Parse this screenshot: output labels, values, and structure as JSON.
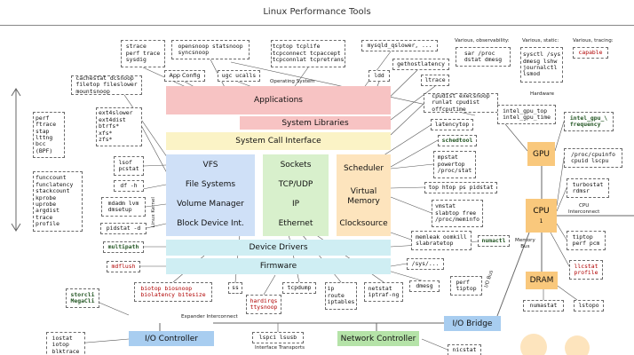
{
  "title": "Linux Performance Tools",
  "labels": {
    "operating_system": "Operating System",
    "hardware": "Hardware",
    "linux_kernel": "Linux Kernel",
    "cpu_interconnect": "CPU\nInterconnect",
    "memory_bus": "Memory\nBus",
    "io_bus": "I/O Bus",
    "expander_interconnect": "Expander Interconnect",
    "interface_transports": "Interface Transports"
  },
  "headers": {
    "observability": "Various, observability:",
    "static": "Various, static:",
    "tracing": "Various, tracing:"
  },
  "layers": {
    "applications": "Applications",
    "system_libraries": "System Libraries",
    "system_call_interface": "System Call Interface",
    "vfs": "VFS",
    "file_systems": "File Systems",
    "volume_manager": "Volume Manager",
    "block_device": "Block Device Int.",
    "sockets": "Sockets",
    "tcp_udp": "TCP/UDP",
    "ip": "IP",
    "ethernet": "Ethernet",
    "scheduler": "Scheduler",
    "virtual_memory": "Virtual\nMemory",
    "clocksource": "Clocksource",
    "device_drivers": "Device Drivers",
    "firmware": "Firmware",
    "gpu": "GPU",
    "cpu": "CPU",
    "cpu_count": "1",
    "dram": "DRAM",
    "io_bridge": "I/O Bridge",
    "io_controller": "I/O Controller",
    "network_controller": "Network Controller"
  },
  "tools": {
    "strace": "strace\nperf trace\nsysdig",
    "opensnoop": "opensnoop statsnoop\nsyncsnoop",
    "tcptop": "tcptop tcplife\ntcpconnect tcpaccept\ntcpconnlat tcpretrans",
    "mysqld": "mysqld_qslower, ...",
    "gethostlatency": "gethostlatency",
    "app_config": "App Config",
    "ugc_ucalls": "ugc ucalls",
    "ldd": "ldd",
    "ltrace": "ltrace",
    "sar": "sar /proc\ndstat dmesg",
    "sysctl": "sysctl /sys\ndmesg lshw\njournalctl\nlsmod",
    "capable": "capable",
    "cachestat": "cachestat dcsnoop\nfiletop fileslower\nmountsnoop",
    "ext4slower": "ext4slower\next4dist\nbtrfs*\nxfs*\nzfs*",
    "perf_ftrace": "perf\nftrace\nstap\nlttng\nbcc\n(BPF)",
    "funccount": "funccount\nfunclatency\nstackcount\nkprobe\nuprobe\nargdist\ntrace\nprofile",
    "lsof": "lsof\npcstat",
    "df_h": "df -h",
    "mdadm": "mdadm lvm\ndmsetup",
    "pidstat_d": "pidstat -d",
    "multipath": "multipath",
    "mdflush": "mdflush",
    "cpudist": "cpudist execsnoop\nrunlat cpudist\noffcputime",
    "latencytop": "latencytop",
    "schedtool": "schedtool",
    "mpstat": "mpstat\npowertop\n/proc/stat",
    "top_htop": "top htop ps pidstat",
    "vmstat": "vmstat\nslabtop free\n/proc/meminfo",
    "memleak": "memleak oomkill\nslabratetop",
    "numactl": "numactl",
    "proc_sys": "/sys/...",
    "dmesg": "dmesg",
    "perf_tiptop": "perf\ntiptop",
    "intel_gpu_top": "intel_gpu_top\nintel_gpu_time",
    "intel_gpu_freq": "intel_gpu_\\\nfrequency",
    "proc_cpuinfo": "/proc/cpuinfo\ncpuid lscpu",
    "turbostat": "turbostat\nrdmsr",
    "tiptop_pcm": "tiptop\nperf pcm",
    "llcstat": "llcstat\nprofile",
    "numastat": "numastat",
    "lstopo": "lstopo",
    "biotop": "biotop biosnoop\nbiolatency bitesize",
    "ss": "ss",
    "hardirqs": "hardirqs\nttysnoop",
    "tcpdump": "tcpdump",
    "ip_route": "ip\nroute\niptables",
    "netstat": "netstat\niptraf-ng",
    "storcli": "storcli\nMegaCli",
    "iostat": "iostat\niotop\nblktrace",
    "lspci": "lspci lsusb",
    "nicstat": "nicstat"
  },
  "colors": {
    "applications": "#f7c3c3",
    "system_call_interface": "#fbf3c6",
    "vfs_stack": "#cfe0f7",
    "net_stack": "#d8f0cc",
    "sched_stack": "#fde4bd",
    "device_drivers": "#cfeef3",
    "firmware": "#cfeef3",
    "gpu": "#f9c87c",
    "cpu": "#f9c87c",
    "dram": "#f9c87c",
    "io_bridge": "#a8cdf0",
    "io_controller": "#a8cdf0",
    "network_controller": "#b5e3a8",
    "green_text": "#225522",
    "red_text": "#b00000"
  }
}
